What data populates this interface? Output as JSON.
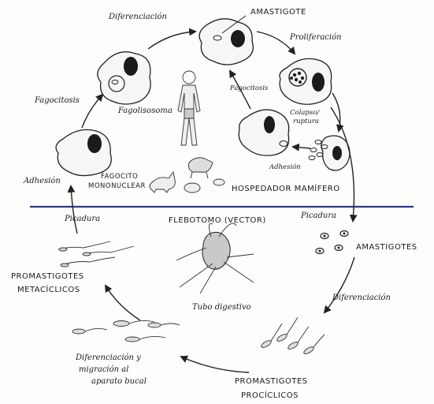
{
  "labels": {
    "diferenciacion_top": "Diferenciación",
    "amastigote_top": "AMASTIGOTE",
    "proliferacion": "Proliferación",
    "fagocitosis_left": "Fagocitosis",
    "fagolisosoma": "Fagolisosoma",
    "fagocitosis_right": "Fagocitosis",
    "colapso_line1": "Colapso/",
    "colapso_line2": "ruptura",
    "adhesion_left": "Adhesión",
    "adhesion_right": "Adhesión",
    "fagocito_line1": "FAGOCITO",
    "fagocito_line2": "MONONUCLEAR",
    "hospedador": "HOSPEDADOR MAMÍFERO",
    "picadura_left": "Picadura",
    "picadura_right": "Picadura",
    "flebotomo": "FLEBOTOMO (VECTOR)",
    "amastigotes_bottom": "AMASTIGOTES",
    "promastigotes_meta_line1": "PROMASTIGOTES",
    "promastigotes_meta_line2": "METACÍCLICOS",
    "tubo_digestivo": "Tubo digestivo",
    "diferenciacion_right": "Diferenciación",
    "diferenciacion_migracion_line1": "Diferenciación y",
    "diferenciacion_migracion_line2": "migración al",
    "diferenciacion_migracion_line3": "aparato bucal",
    "promastigotes_pro_line1": "PROMASTIGOTES",
    "promastigotes_pro_line2": "PROCÍCLICOS"
  },
  "colors": {
    "divider": "#2b3a8a",
    "ink": "#1a1a1a"
  }
}
